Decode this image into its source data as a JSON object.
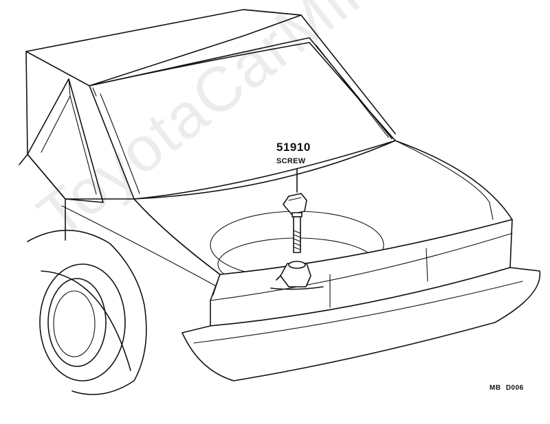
{
  "callout": {
    "part_number": "51910",
    "part_name": "SCREW"
  },
  "figure_code": "MB D006",
  "watermark": "ToyotaCarMine.ru",
  "colors": {
    "ink": "#111111",
    "background": "#ffffff"
  }
}
